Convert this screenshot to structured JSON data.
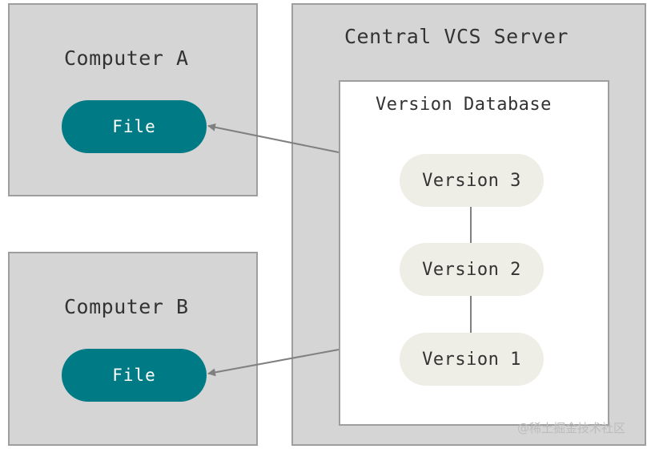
{
  "computer_a": {
    "title": "Computer A",
    "file_label": "File"
  },
  "computer_b": {
    "title": "Computer B",
    "file_label": "File"
  },
  "server": {
    "title": "Central VCS Server",
    "database": {
      "title": "Version Database",
      "versions": [
        "Version 3",
        "Version 2",
        "Version 1"
      ]
    }
  },
  "watermark": "@稀土掘金技术社区",
  "colors": {
    "box_fill": "#d5d5d5",
    "box_border": "#9e9e9e",
    "file_fill": "#007b85",
    "version_fill": "#eeeee6",
    "arrow": "#808080"
  }
}
